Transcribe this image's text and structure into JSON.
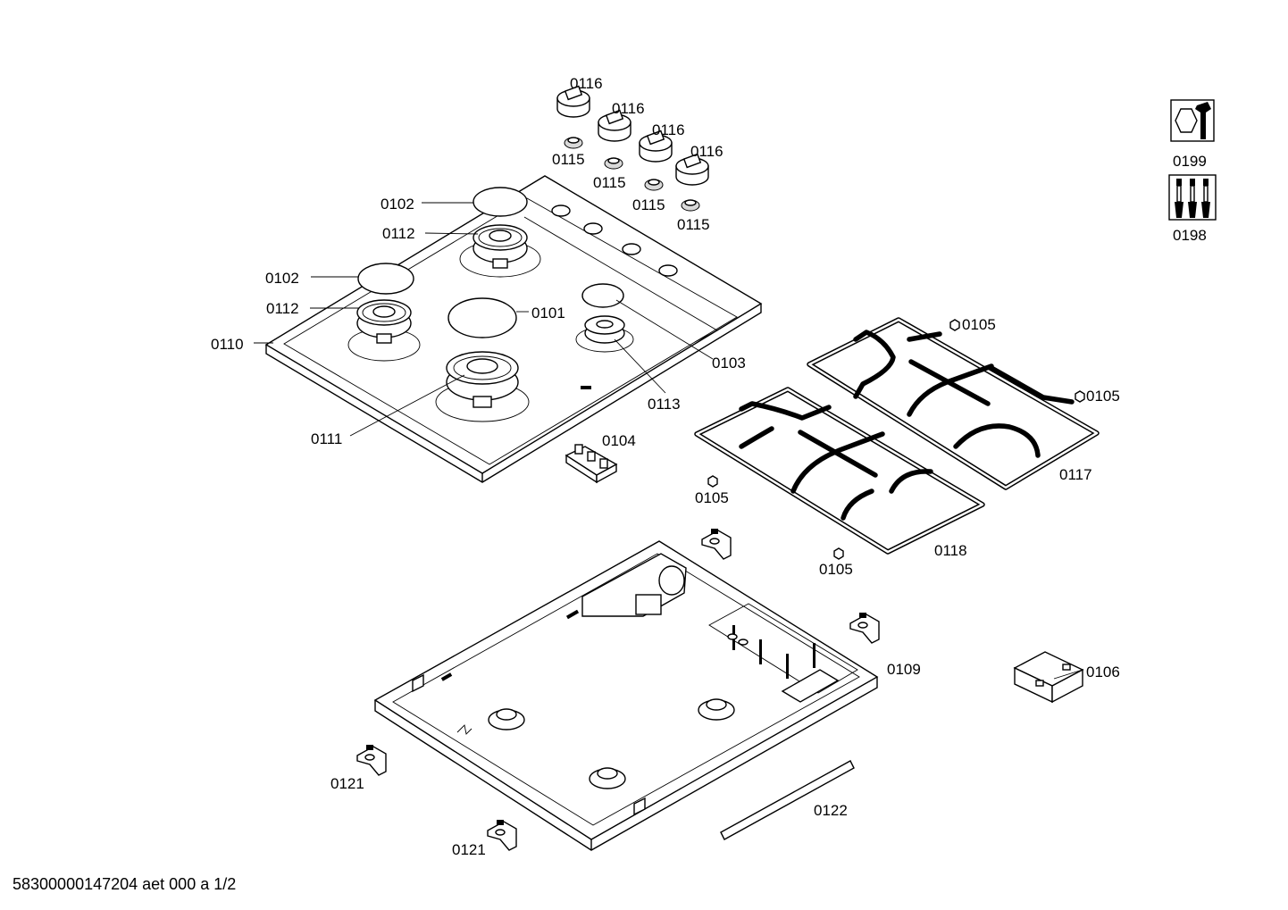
{
  "labels": {
    "knob_1": "0116",
    "knob_2": "0116",
    "knob_3": "0116",
    "knob_4": "0116",
    "ring_1": "0115",
    "ring_2": "0115",
    "ring_3": "0115",
    "ring_4": "0115",
    "cap_top": "0102",
    "cap_left": "0102",
    "cap_large": "0101",
    "cap_small": "0103",
    "crown_top": "0112",
    "crown_left": "0112",
    "crown_small": "0113",
    "crown_large": "0111",
    "hob_top": "0110",
    "ignition": "0104",
    "foot_a": "0105",
    "foot_b": "0105",
    "foot_c": "0105",
    "foot_d": "0105",
    "grate_right": "0117",
    "grate_left": "0118",
    "base_tray": "0109",
    "junction_box": "0106",
    "clip_left_a": "0121",
    "clip_left_b": "0121",
    "seal_strip": "0122",
    "tool_wrench": "0199",
    "tool_screwdrivers": "0198"
  },
  "footer": "58300000147204 aet 000 a 1/2"
}
